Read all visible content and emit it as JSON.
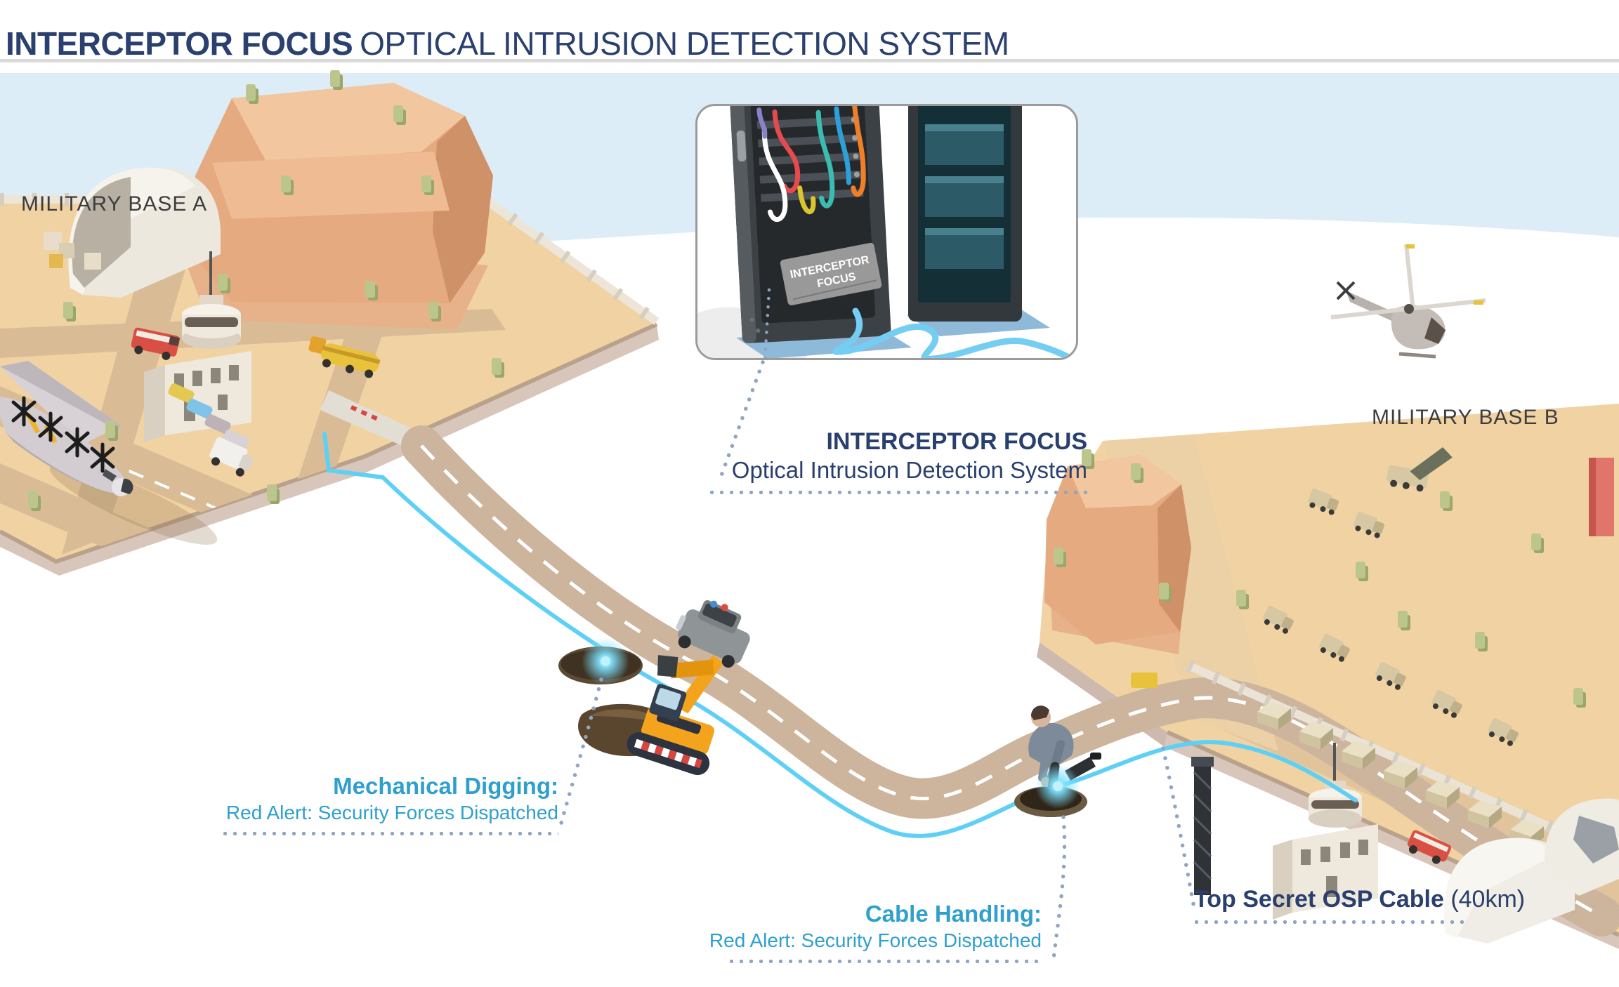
{
  "header": {
    "title_brand": "INTERCEPTOR FOCUS",
    "title_rest": "OPTICAL INTRUSION DETECTION SYSTEM"
  },
  "scene": {
    "base_a": {
      "label": "MILITARY BASE A"
    },
    "base_b": {
      "label": "MILITARY BASE B"
    },
    "inset": {
      "rack_label_line1": "INTERCEPTOR",
      "rack_label_line2": "FOCUS"
    },
    "callouts": {
      "system": {
        "heading": "INTERCEPTOR FOCUS",
        "subheading": "Optical Intrusion Detection System"
      },
      "digging": {
        "heading": "Mechanical Digging:",
        "alert": "Red Alert: Security Forces Dispatched"
      },
      "handling": {
        "heading": "Cable Handling:",
        "alert": "Red Alert: Security Forces Dispatched"
      },
      "cable": {
        "heading": "Top Secret OSP Cable",
        "detail": "(40km)"
      }
    }
  },
  "colors": {
    "navy_text": "#293f6d",
    "cyan_text": "#2fa0cd",
    "cable_blue": "#5fd0f5",
    "leader_dots": "#8fa5c2",
    "sand": "#f1d2a3",
    "sky": "#dcedf8",
    "road": "#cdb49c",
    "mesa": "#e5aa80",
    "divider": "#dadada"
  }
}
